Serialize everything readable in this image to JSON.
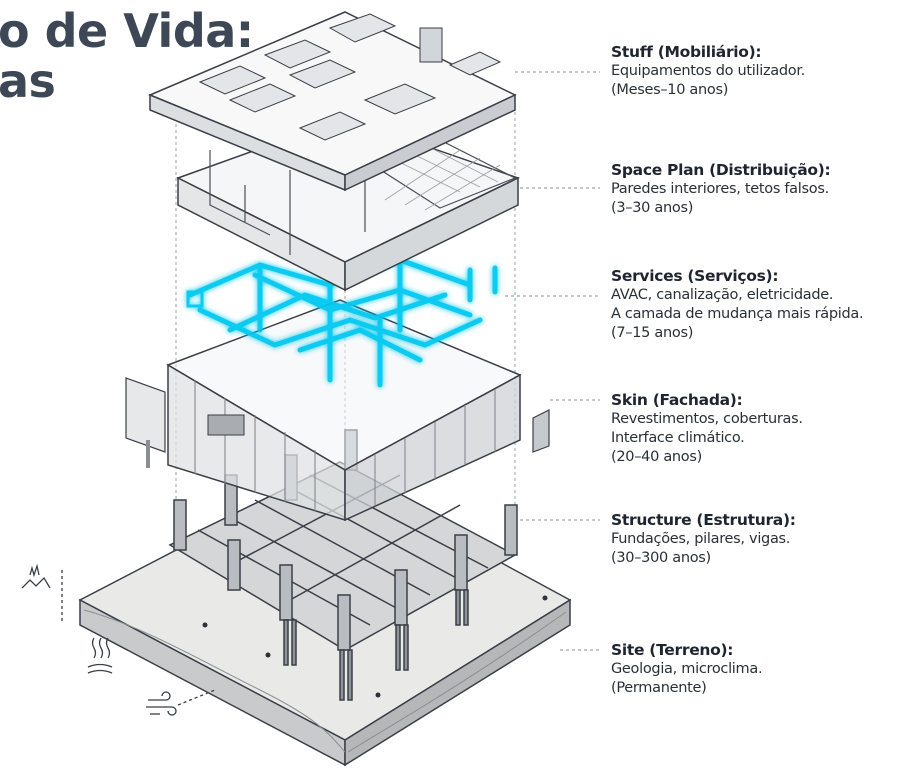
{
  "title": {
    "line1": "o de Vida:",
    "line2": "as"
  },
  "layers": [
    {
      "heading": "Stuff (Mobiliário):",
      "lines": [
        "Equipamentos do utilizador.",
        "(Meses–10 anos)"
      ]
    },
    {
      "heading": "Space Plan (Distribuição):",
      "lines": [
        "Paredes interiores, tetos falsos.",
        "(3–30 anos)"
      ]
    },
    {
      "heading": "Services (Serviços):",
      "lines": [
        "AVAC, canalização, eletricidade.",
        "A camada de mudança mais rápida.",
        "(7–15 anos)"
      ]
    },
    {
      "heading": "Skin (Fachada):",
      "lines": [
        "Revestimentos, coberturas.",
        "Interface climático.",
        "(20–40 anos)"
      ]
    },
    {
      "heading": "Structure (Estrutura):",
      "lines": [
        "Fundações, pilares, vigas.",
        "(30–300 anos)"
      ]
    },
    {
      "heading": "Site (Terreno):",
      "lines": [
        "Geologia, microclima.",
        "(Permanente)"
      ]
    }
  ],
  "colors": {
    "title": "#3d4756",
    "text": "#1f2530",
    "services_glow": "#00c8f0",
    "outline": "#3a3f47",
    "leader": "#8a8f96"
  },
  "icons": [
    "seismic-icon",
    "heat-waves-icon",
    "wind-icon"
  ]
}
